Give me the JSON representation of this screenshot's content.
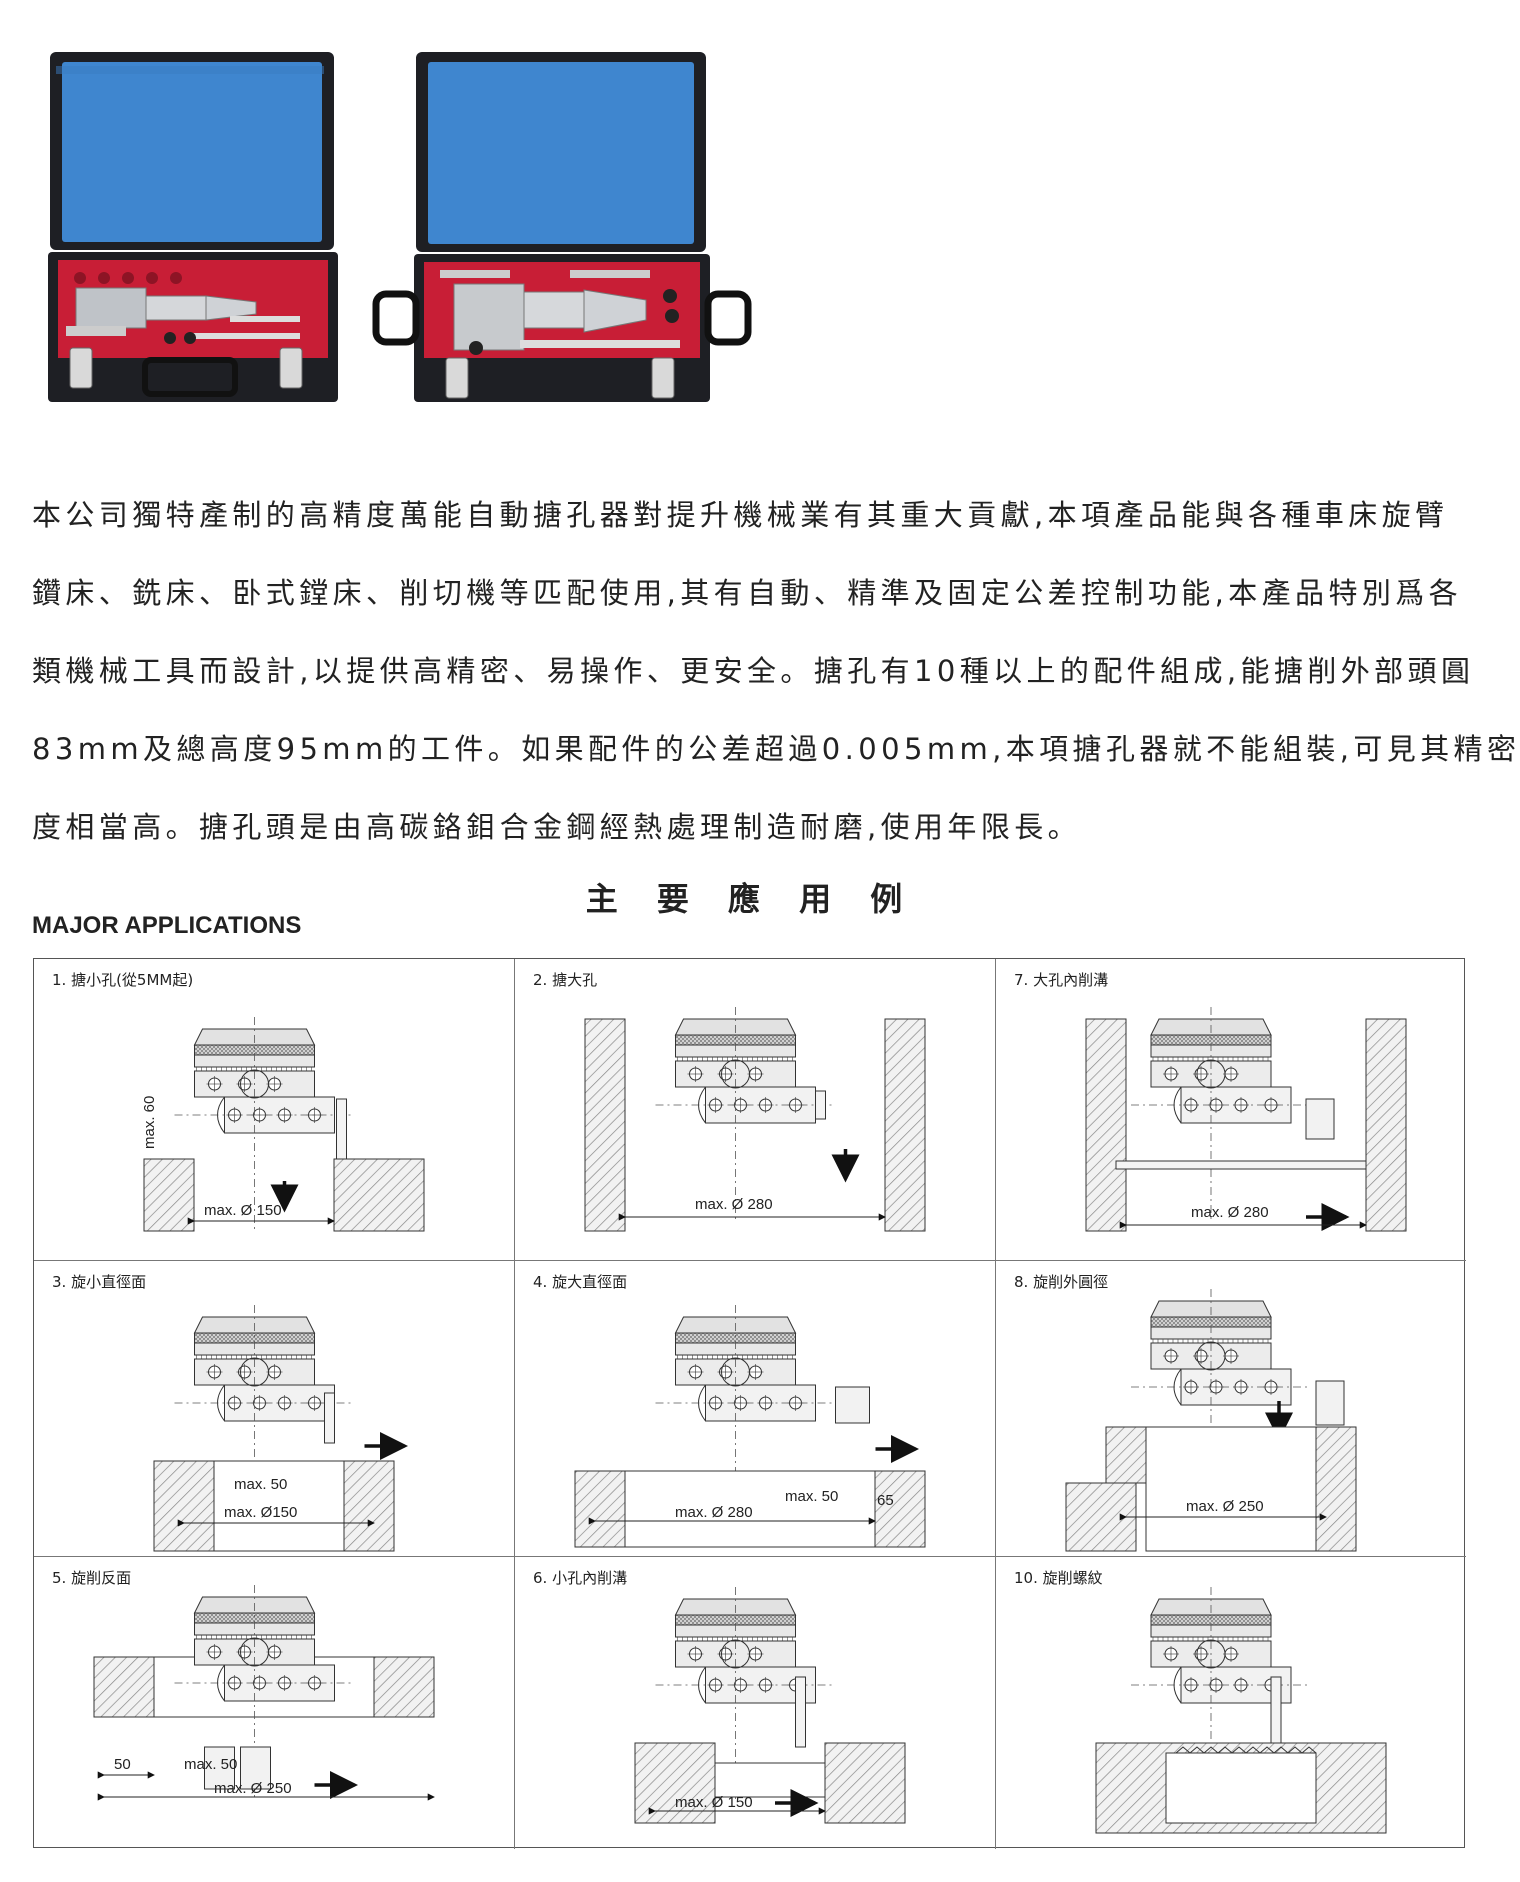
{
  "intro": {
    "lines": [
      "本公司獨特產制的高精度萬能自動搪孔器對提升機械業有其重大貢獻,本項產品能與各種車床旋臂",
      "鑽床、銑床、卧式鏜床、削切機等匹配使用,其有自動、精準及固定公差控制功能,本產品特別爲各",
      "類機械工具而設計,以提供高精密、易操作、更安全。搪孔有10種以上的配件組成,能搪削外部頭圓",
      "83mm及總高度95mm的工件。如果配件的公差超過0.005mm,本項搪孔器就不能組裝,可見其精密",
      "度相當高。搪孔頭是由高碳鉻鉬合金鋼經熱處理制造耐磨,使用年限長。"
    ]
  },
  "heading": {
    "cn": "主 要 應 用 例",
    "en": "MAJOR APPLICATIONS"
  },
  "colors": {
    "foam": "#3f86cf",
    "lining": "#d6203a",
    "case": "#1e1f24",
    "hatch": "#888888",
    "line": "#333333"
  },
  "applications": [
    {
      "label": "1. 搪小孔(從5MM起)",
      "dims": [
        "max. 60",
        "max. Ø 150"
      ]
    },
    {
      "label": "2. 搪大孔",
      "dims": [
        "max. Ø 280"
      ]
    },
    {
      "label": "7. 大孔內削溝",
      "dims": [
        "max. Ø 280"
      ]
    },
    {
      "label": "3. 旋小直徑面",
      "dims": [
        "max. 50",
        "max. Ø150"
      ]
    },
    {
      "label": "4. 旋大直徑面",
      "dims": [
        "max. 50",
        "max. Ø 280",
        "65"
      ]
    },
    {
      "label": "8. 旋削外圓徑",
      "dims": [
        "max. Ø 250"
      ]
    },
    {
      "label": "5. 旋削反面",
      "dims": [
        "50",
        "max. 50",
        "max. Ø 250"
      ]
    },
    {
      "label": "6. 小孔內削溝",
      "dims": [
        "max. Ø 150"
      ]
    },
    {
      "label": "10. 旋削螺紋",
      "dims": []
    }
  ]
}
